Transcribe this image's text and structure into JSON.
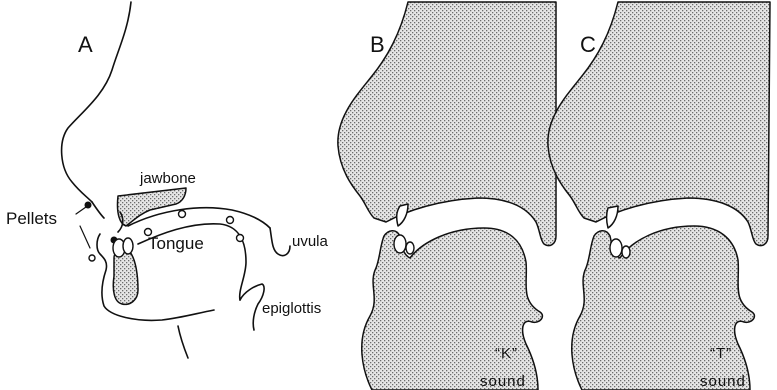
{
  "panels": {
    "a": {
      "letter": "A"
    },
    "b": {
      "letter": "B",
      "caption_line1": "“K”",
      "caption_line2": "sound"
    },
    "c": {
      "letter": "C",
      "caption_line1": "“T”",
      "caption_line2": "sound"
    }
  },
  "labels": {
    "jawbone": "jawbone",
    "pellets": "Pellets",
    "tongue": "Tongue",
    "uvula": "uvula",
    "epiglottis": "epiglottis"
  },
  "colors": {
    "ink": "#111111",
    "stipple": "#8a8a8a",
    "background": "#ffffff"
  }
}
